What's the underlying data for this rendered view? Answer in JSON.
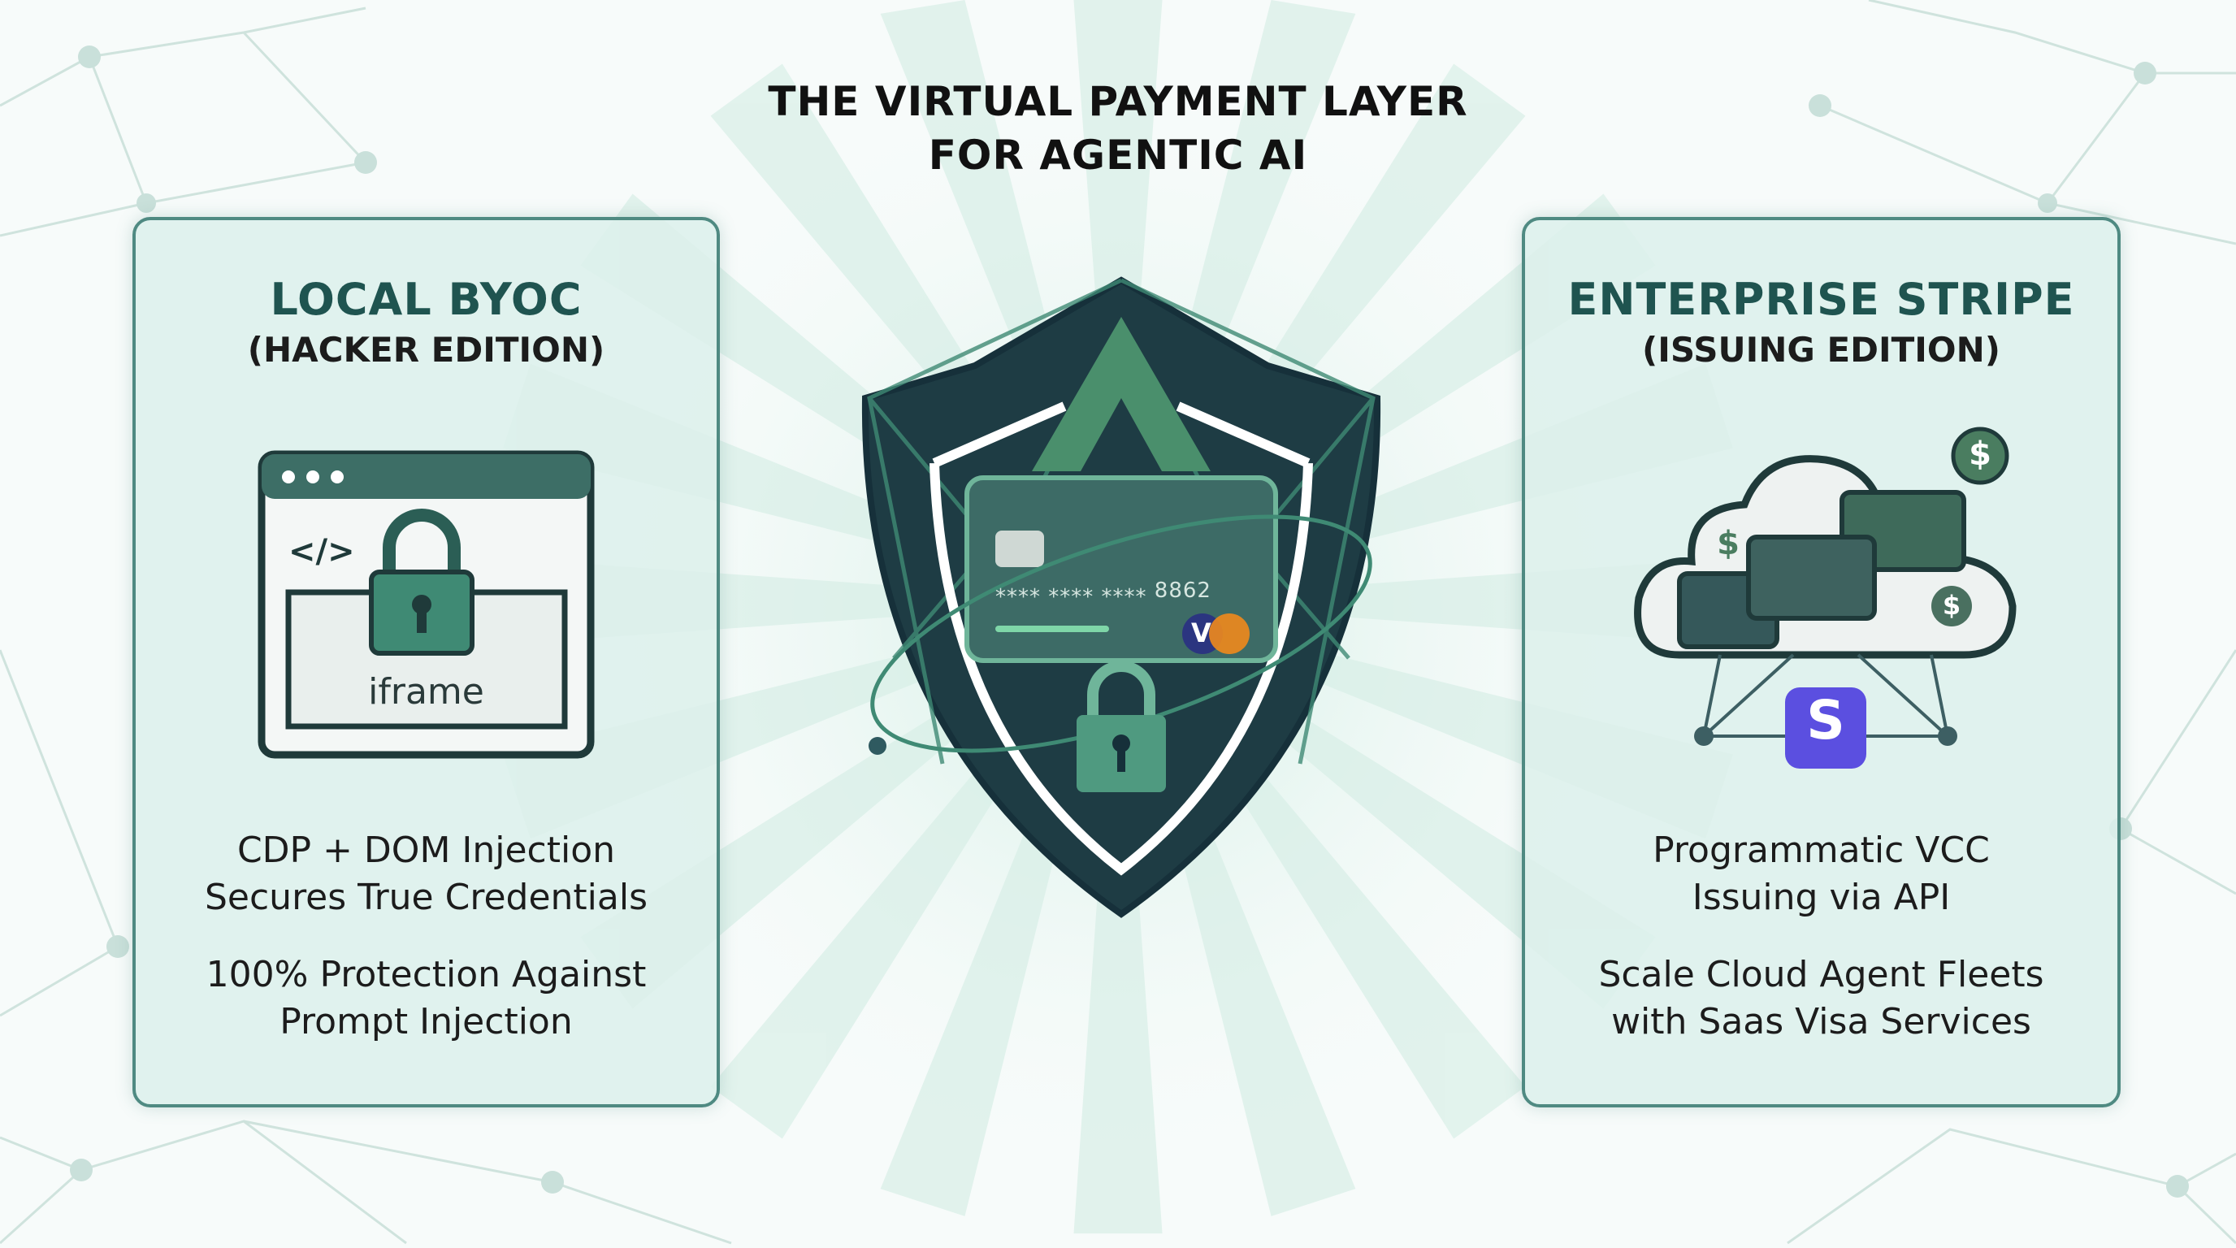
{
  "header": {
    "line1": "THE VIRTUAL PAYMENT LAYER",
    "line2": "FOR AGENTIC AI"
  },
  "left_panel": {
    "heading": "LOCAL BYOC",
    "subheading": "(HACKER EDITION)",
    "illustration": {
      "code_icon": "</>",
      "iframe_label": "iframe",
      "icon": "browser-window-lock-icon"
    },
    "feature1": [
      "CDP + DOM Injection",
      "Secures True Credentials"
    ],
    "feature2": [
      "100% Protection Against",
      "Prompt Injection"
    ]
  },
  "center": {
    "icon": "shield-credit-card-lock-icon",
    "card_number": "⁎⁎⁎⁎ ⁎⁎⁎⁎ ⁎⁎⁎⁎ 8862",
    "card_brand": "V"
  },
  "right_panel": {
    "heading": "ENTERPRISE STRIPE",
    "subheading": "(ISSUING EDITION)",
    "illustration": {
      "stripe_letter": "S",
      "dollar": "$",
      "icon": "cloud-cards-stripe-icon"
    },
    "feature1": [
      "Programmatic VCC",
      "Issuing via API"
    ],
    "feature2": [
      "Scale Cloud Agent Fleets",
      "with Saas Visa Services"
    ]
  },
  "colors": {
    "accent": "#1f5450",
    "panel_border": "#4f8a82",
    "shield": "#1e3c44",
    "stripe": "#5b4fe0"
  }
}
